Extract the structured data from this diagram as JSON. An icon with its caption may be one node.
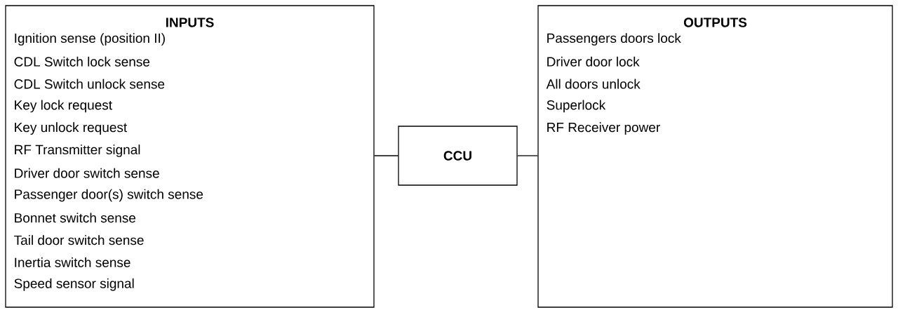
{
  "diagram": {
    "nodes": [
      {
        "text": [
          "INPUTS",
          "Ignition sense (position II)",
          "CDL Switch lock sense",
          "CDL Switch unlock sense",
          "Key lock request",
          "Key unlock request",
          "RF Transmitter signal",
          "Driver door switch sense",
          "Passenger door(s) switch sense",
          "Bonnet switch sense",
          "Tail door switch sense",
          "Inertia switch sense",
          "Speed sensor signal"
        ]
      },
      {
        "text": [
          "CCU"
        ]
      },
      {
        "text": [
          "OUTPUTS",
          "Passengers doors lock",
          "Driver door lock",
          "All doors unlock",
          "Superlock",
          "RF Receiver power"
        ]
      }
    ],
    "edges": [
      {
        "from": 0,
        "to": 1,
        "arrow": "none"
      },
      {
        "from": 1,
        "to": 2,
        "arrow": "none"
      }
    ]
  }
}
